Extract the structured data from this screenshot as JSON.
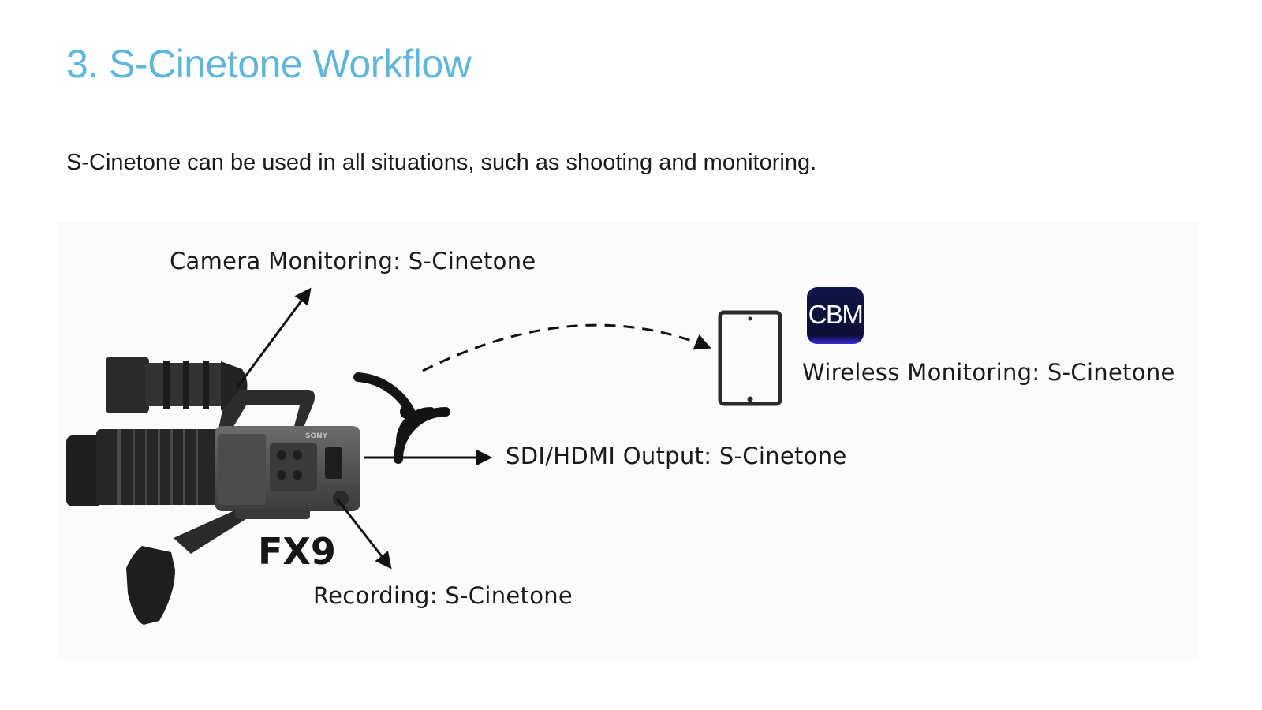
{
  "title": "3. S-Cinetone Workflow",
  "subtitle": "S-Cinetone can be used in all situations, such as shooting and monitoring.",
  "diagram": {
    "camera_model": "FX9",
    "camera_brand": "SONY",
    "app_icon": {
      "label": "CBM",
      "icon": "cbm-app-icon",
      "colors": [
        "#101548",
        "#3b2cd9"
      ]
    },
    "device_icon": "tablet-icon",
    "wireless_icon": "wifi-signal-icon",
    "labels": {
      "camera_monitoring": "Camera Monitoring: S-Cinetone",
      "wireless_monitoring": "Wireless Monitoring: S-Cinetone",
      "sdi_hdmi_output": "SDI/HDMI Output: S-Cinetone",
      "recording": "Recording: S-Cinetone"
    }
  },
  "colors": {
    "title": "#5fb6dc",
    "text": "#1a1a1a",
    "arrows": "#111111"
  }
}
